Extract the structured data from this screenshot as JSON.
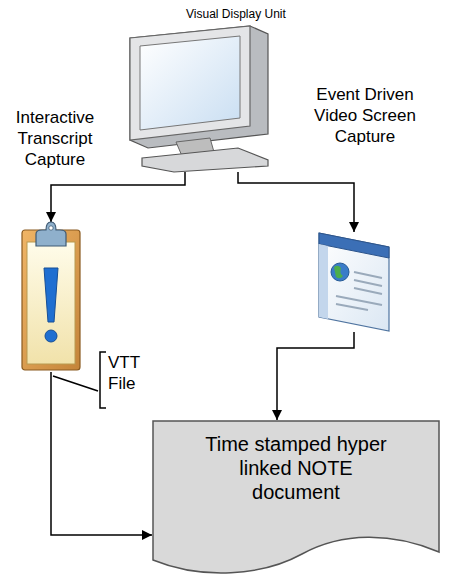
{
  "diagram": {
    "nodes": [
      {
        "text": [
          "Visual Display Unit"
        ]
      },
      {
        "text": [
          "Interactive Transcript Capture"
        ]
      },
      {
        "text": [
          "Event Driven Video Screen Capture"
        ]
      },
      {
        "text": [
          "Time stamped hyper linked NOTE document"
        ]
      }
    ],
    "edges": [
      {
        "from": 0,
        "to": 1,
        "arrow": "to"
      },
      {
        "from": 0,
        "to": 2,
        "arrow": "to"
      },
      {
        "from": 1,
        "to": 3,
        "arrow": "to",
        "label": "VTT File"
      },
      {
        "from": 2,
        "to": 3,
        "arrow": "to"
      }
    ]
  }
}
